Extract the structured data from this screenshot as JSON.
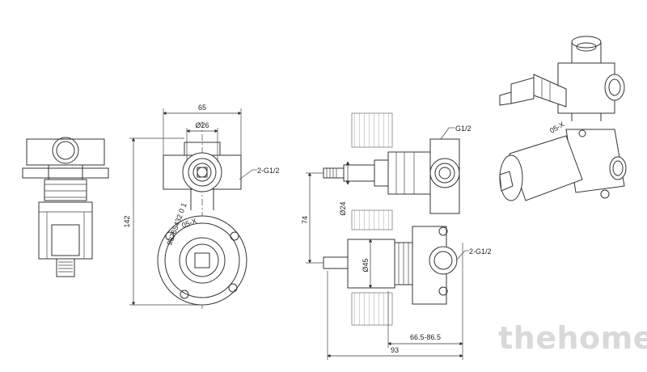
{
  "dimensions": {
    "width_65": "65",
    "diam_26": "Ø26",
    "thread_2g12_front": "2-G1/2",
    "height_142": "142",
    "thread_g12": "G1/2",
    "offset_74": "74",
    "diam_24": "Ø24",
    "diam_45": "Ø45",
    "thread_2g12_side": "2-G1/2",
    "range_665_865": "66.5-86.5",
    "depth_93": "93"
  },
  "body_marks": {
    "dial_numerals": "98765432 0 1",
    "ring_text": "05-X"
  },
  "watermark": "thehome"
}
